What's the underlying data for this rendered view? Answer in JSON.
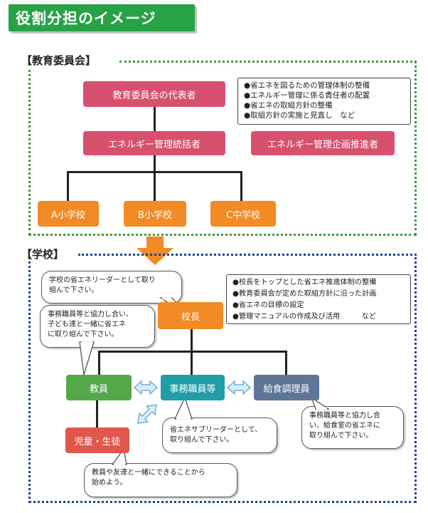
{
  "title": "役割分担のイメージ",
  "board": {
    "label": "【教育委員会】",
    "representative": "教育委員会の代表者",
    "manager": "エネルギー管理統括者",
    "planner": "エネルギー管理企画推進者",
    "schools": [
      "A小学校",
      "B小学校",
      "C中学校"
    ],
    "notes": [
      "●省エネを図るための管理体制の整備",
      "●エネルギー管理に係る責任者の配置",
      "●省エネの取組方針の整備",
      "●取組方針の実施と見直し　など"
    ]
  },
  "school": {
    "label": "【学校】",
    "principal": "校長",
    "teacher": "教員",
    "office": "事務職員等",
    "kitchen": "給食調理員",
    "students": "児童・生徒",
    "notes": [
      "●校長をトップとした省エネ推進体制の整備",
      "●教育委員会が定めた取組方針に沿った計画",
      "●省エネの目標の設定",
      "●管理マニュアルの作成及び活用　　　など"
    ],
    "bubbles": {
      "principal": "学校の省エネリーダーとして取り\n組んで下さい。",
      "teacher": "事務職員等と協力し合い、\n子ども達と一緒に省エネ\nに取り組んで下さい。",
      "office": "省エネサブリーダーとして、\n取り組んで下さい。",
      "kitchen": "事務職員等と協力し合\nい、給食室の省エネに\n取り組んで下さい。",
      "students": "教員や友達と一緒にできることから\n始めよう。"
    }
  }
}
